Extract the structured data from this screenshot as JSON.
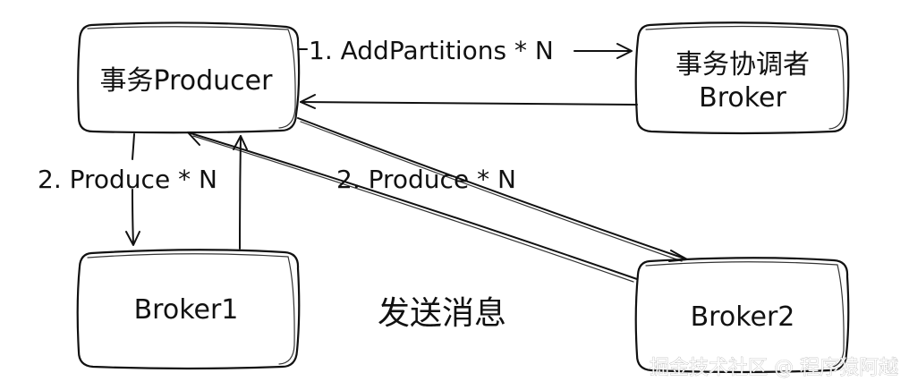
{
  "nodes": {
    "producer": {
      "label": "事务Producer"
    },
    "coordinator": {
      "label_line1": "事务协调者",
      "label_line2": "Broker"
    },
    "broker1": {
      "label": "Broker1"
    },
    "broker2": {
      "label": "Broker2"
    }
  },
  "edges": {
    "add_partitions": {
      "label": "1. AddPartitions * N"
    },
    "produce_broker1": {
      "label": "2. Produce * N"
    },
    "produce_broker2": {
      "label": "2. Produce * N"
    }
  },
  "caption": "发送消息",
  "watermark": "掘金技术社区 @ 程序猿阿越"
}
